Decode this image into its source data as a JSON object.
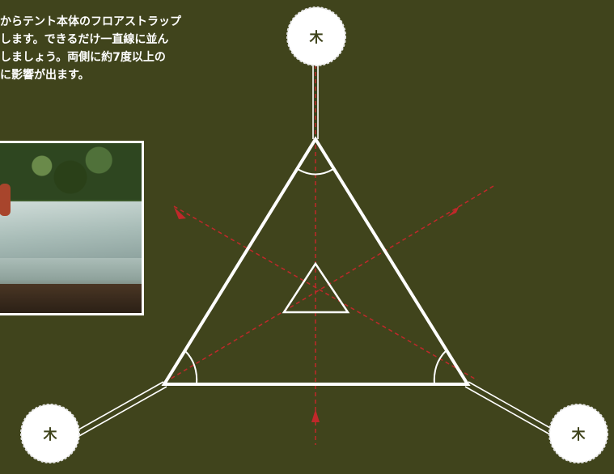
{
  "description": "からテント本体のフロアストラップ\nします。できるだけ一直線に並ん\nしましょう。両側に約7度以上の\nに影響が出ます。",
  "trees": [
    {
      "label": "木"
    },
    {
      "label": "木"
    },
    {
      "label": "木"
    }
  ],
  "colors": {
    "background": "#40441c",
    "line": "#ffffff",
    "guide": "#c0282a"
  },
  "icons": [
    "tree-marker-icon",
    "arrow-icon",
    "angle-arc-icon"
  ]
}
